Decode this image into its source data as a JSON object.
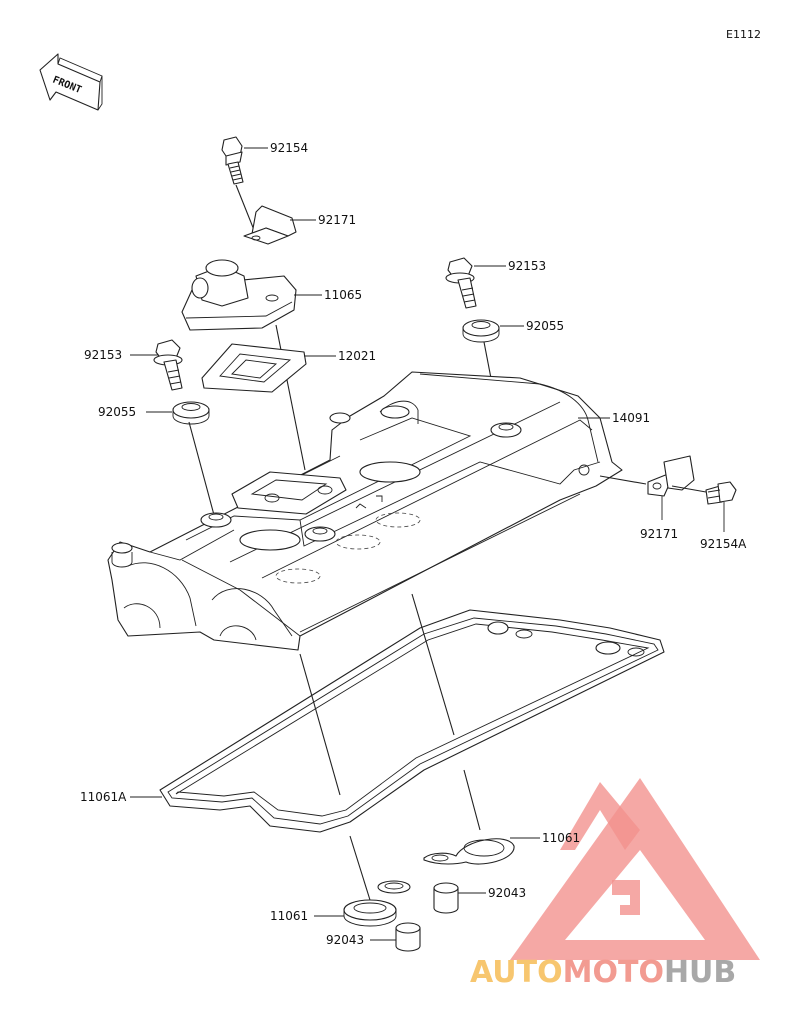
{
  "diagram_code": "E1112",
  "front_label": "FRONT",
  "parts": [
    {
      "id": "92154",
      "label": "92154"
    },
    {
      "id": "92171-top",
      "label": "92171"
    },
    {
      "id": "11065",
      "label": "11065"
    },
    {
      "id": "12021",
      "label": "12021"
    },
    {
      "id": "92153-left",
      "label": "92153"
    },
    {
      "id": "92055-left",
      "label": "92055"
    },
    {
      "id": "92153-right",
      "label": "92153"
    },
    {
      "id": "92055-right",
      "label": "92055"
    },
    {
      "id": "14091",
      "label": "14091"
    },
    {
      "id": "92171-right",
      "label": "92171"
    },
    {
      "id": "92154A",
      "label": "92154A"
    },
    {
      "id": "11061A",
      "label": "11061A"
    },
    {
      "id": "11061-right",
      "label": "11061"
    },
    {
      "id": "11061-left",
      "label": "11061"
    },
    {
      "id": "92043-right",
      "label": "92043"
    },
    {
      "id": "92043-left",
      "label": "92043"
    }
  ],
  "watermark": {
    "part1": "AUTO",
    "part2": "MOTO",
    "part3": "HUB",
    "colors": {
      "auto": "#f6bd57",
      "moto": "#f08a7e",
      "hub": "#9a9a9a",
      "triangle": "#f07f7a"
    }
  }
}
